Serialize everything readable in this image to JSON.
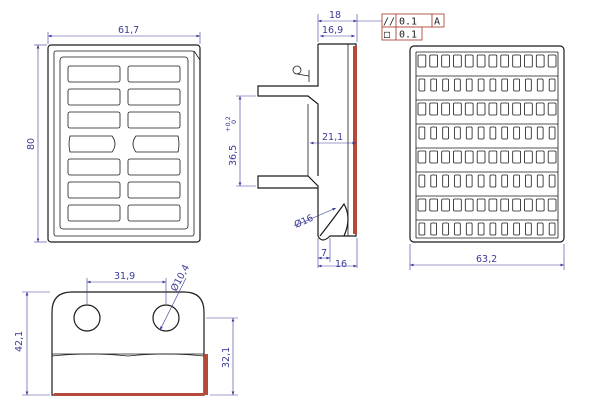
{
  "front_view": {
    "width_dim": "61,7",
    "height_dim": "80"
  },
  "side_view": {
    "top_dim": "18",
    "top_inner_dim": "16,9",
    "height_dim": "36,5",
    "height_tol_upper": "+0.2",
    "height_tol_lower": "0",
    "depth_dim": "21,1",
    "radius_dim": "Ø16",
    "bottom_small_dim": "7",
    "bottom_dim": "16"
  },
  "fcf": {
    "row1_symbol": "//",
    "row1_value": "0.1",
    "row1_datum": "A",
    "row2_symbol": "□",
    "row2_value": "0.1"
  },
  "back_view": {
    "width_dim": "63,2"
  },
  "bottom_view": {
    "hole_spacing_dim": "31,9",
    "hole_dia_dim": "Ø10,4",
    "height_dim": "42,1",
    "inner_height_dim": "32,1"
  }
}
